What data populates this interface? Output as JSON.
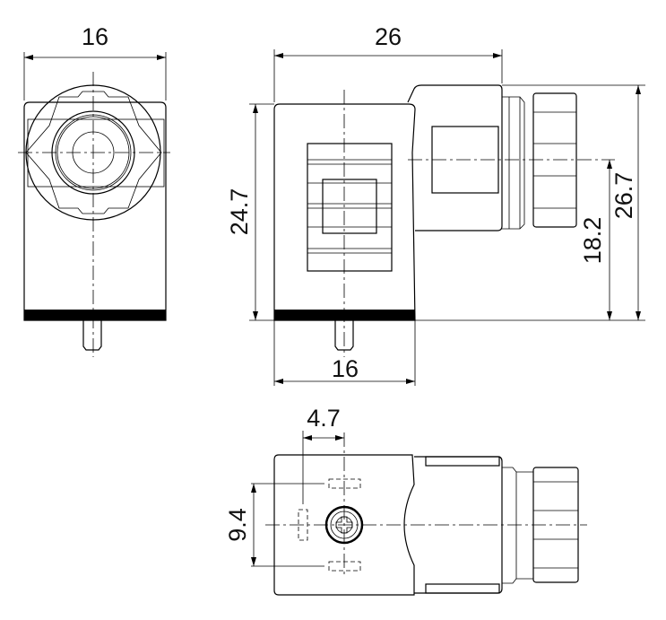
{
  "title": "Connector dimensional drawing",
  "views": {
    "front": {
      "width_label": "16"
    },
    "side": {
      "width_label": "26",
      "height_label": "24.7",
      "bottom_width_label": "16",
      "axis_height_label": "18.2",
      "total_height_label": "26.7"
    },
    "top": {
      "pin_offset_label": "4.7",
      "pin_spacing_label": "9.4"
    }
  },
  "colors": {
    "line": "#000000",
    "background": "#ffffff"
  }
}
